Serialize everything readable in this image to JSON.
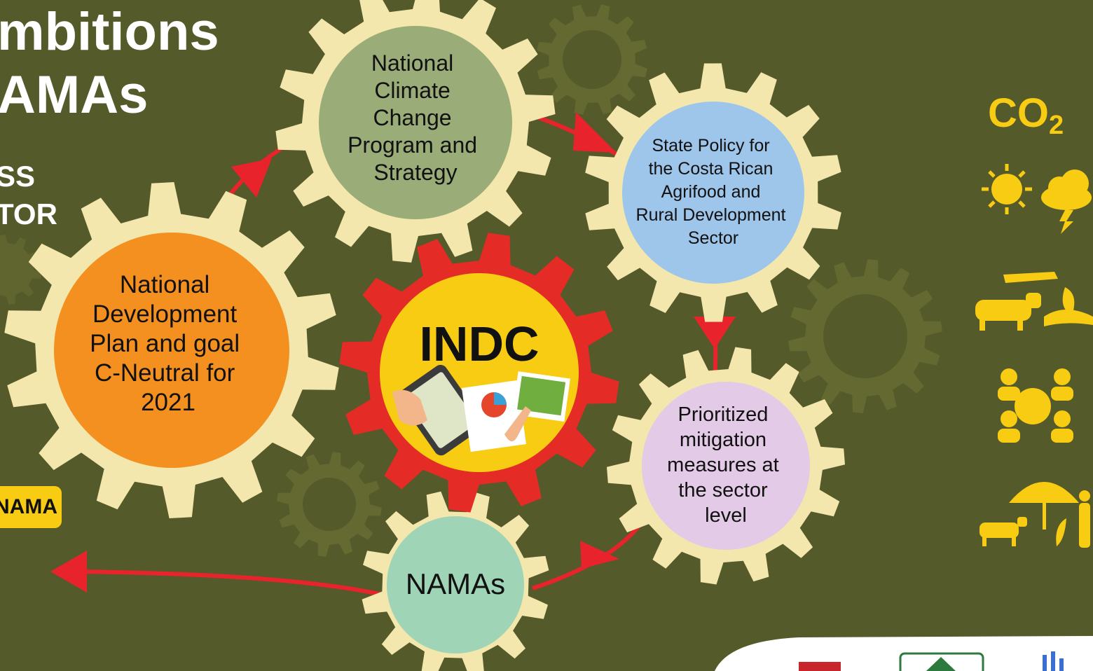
{
  "left_title": {
    "line1": "mbitions",
    "line2": "AMAs",
    "line3": "SS",
    "line4": "TOR"
  },
  "badge": "NAMA",
  "co2": {
    "main": "CO",
    "sub": "2"
  },
  "gears": {
    "ndp": {
      "lines": [
        "National",
        "Development",
        "Plan and goal",
        "C-Neutral for",
        "2021"
      ],
      "color": "#f39020"
    },
    "nccps": {
      "lines": [
        "National",
        "Climate",
        "Change",
        "Program and",
        "Strategy"
      ],
      "color": "#9aac78"
    },
    "state_policy": {
      "lines": [
        "State Policy for",
        "the Costa Rican",
        "Agrifood and",
        "Rural Development",
        "Sector"
      ],
      "color": "#9ec5ea"
    },
    "indc": {
      "label": "INDC",
      "color": "#f8cc13"
    },
    "prioritized": {
      "lines": [
        "Prioritized",
        "mitigation",
        "measures at",
        "the sector",
        "level"
      ],
      "color": "#e3cae6"
    },
    "namas": {
      "label": "NAMAs",
      "color": "#9fd4b6"
    }
  },
  "side_icons": [
    "sun-icon",
    "storm-cloud-icon",
    "livestock-crop-icon",
    "people-network-icon",
    "umbrella-farm-icon"
  ],
  "colors": {
    "background": "#545a2a",
    "gear_cream": "#f4e7ad",
    "arrow_red": "#e8232b",
    "accent_yellow": "#f8cc13",
    "indc_gear_red": "#e52b26"
  }
}
